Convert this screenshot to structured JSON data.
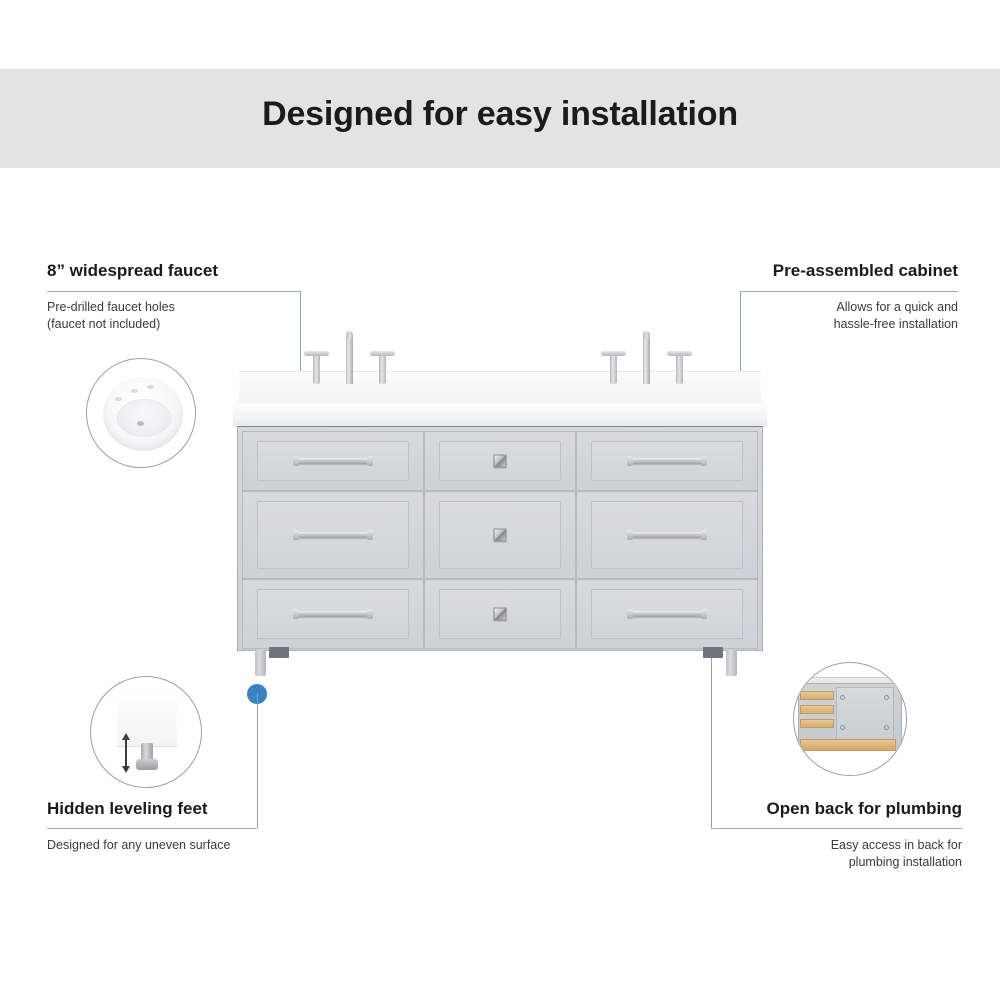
{
  "header": {
    "title": "Designed for easy installation",
    "band_color": "#e3e3e3"
  },
  "accent_color": "#3a82c4",
  "line_color": "#8fa3b4",
  "callouts": [
    {
      "id": "widespread-faucet",
      "position": "top-left",
      "title": "8” widespread faucet",
      "body": "Pre-drilled faucet holes\n(faucet not included)",
      "marker_label": "faucet-marker"
    },
    {
      "id": "pre-assembled-cabinet",
      "position": "top-right",
      "title": "Pre-assembled cabinet",
      "body": "Allows for  a quick and\nhassle-free installation",
      "marker_label": "cabinet-marker"
    },
    {
      "id": "hidden-leveling-feet",
      "position": "bottom-left",
      "title": "Hidden leveling feet",
      "body": "Designed for any uneven surface",
      "marker_label": "leveling-feet-marker"
    },
    {
      "id": "open-back-plumbing",
      "position": "bottom-right",
      "title": "Open back for plumbing",
      "body": "Easy access in back for\nplumbing installation",
      "marker_label": "open-back-marker"
    }
  ],
  "product": {
    "name": "double-sink-vanity",
    "cabinet_color": "#d3d8db",
    "countertop_color": "#f7f8f9",
    "hardware_finish": "brushed-nickel",
    "sink_count": 2,
    "drawer_rows": 3,
    "drawer_columns": 3,
    "drawers": [
      {
        "column": "left",
        "row": 1,
        "hardware": "bar-pull"
      },
      {
        "column": "center",
        "row": 1,
        "hardware": "square-knob"
      },
      {
        "column": "right",
        "row": 1,
        "hardware": "bar-pull"
      },
      {
        "column": "left",
        "row": 2,
        "hardware": "bar-pull"
      },
      {
        "column": "center",
        "row": 2,
        "hardware": "square-knob"
      },
      {
        "column": "right",
        "row": 2,
        "hardware": "bar-pull"
      },
      {
        "column": "left",
        "row": 3,
        "hardware": "bar-pull"
      },
      {
        "column": "center",
        "row": 3,
        "hardware": "square-knob"
      },
      {
        "column": "right",
        "row": 3,
        "hardware": "bar-pull"
      }
    ],
    "leg_count": 2
  },
  "insets": [
    {
      "id": "sink-holes-inset",
      "depicts": "sink with three pre-drilled faucet holes"
    },
    {
      "id": "leveling-foot-inset",
      "depicts": "adjustable leveling foot with up-down arrow"
    },
    {
      "id": "open-back-inset",
      "depicts": "rear view of cabinet with open back panel"
    }
  ]
}
